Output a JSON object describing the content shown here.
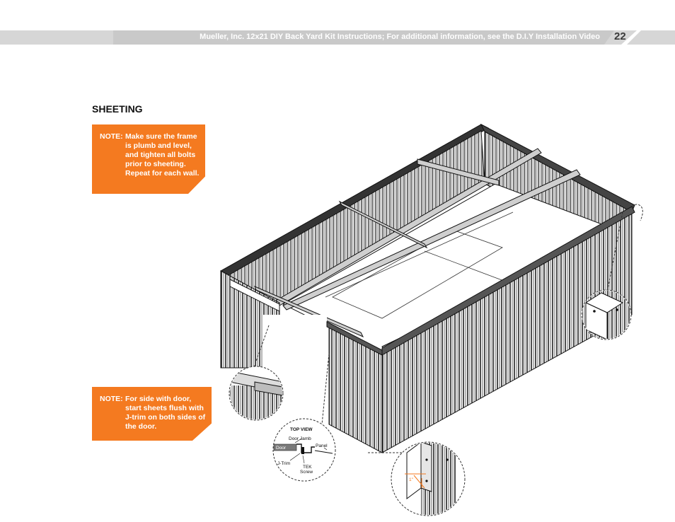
{
  "header": {
    "title": "Mueller, Inc. 12x21 DIY Back Yard Kit Instructions; For additional information, see the D.I.Y Installation Video",
    "page_number": "22"
  },
  "section": {
    "title": "SHEETING"
  },
  "notes": [
    {
      "label": "NOTE:",
      "text": "Make sure the frame is plumb and level, and tighten all bolts prior to sheeting. Repeat for each wall."
    },
    {
      "label": "NOTE:",
      "text": "For side with door, start sheets flush with J-trim on both sides of the door."
    }
  ],
  "detail_top_view": {
    "title": "TOP VIEW",
    "door_jamb": "Door Jamb",
    "panel": "Panel",
    "door": "Door",
    "j_trim": "J-Trim",
    "tek_screw_1": "TEK",
    "tek_screw_2": "Screw"
  },
  "detail_corner": {
    "dimension": "1\""
  },
  "colors": {
    "accent": "#f47a20",
    "header_band": "#d9d9d9",
    "text": "#1a1a1a"
  }
}
